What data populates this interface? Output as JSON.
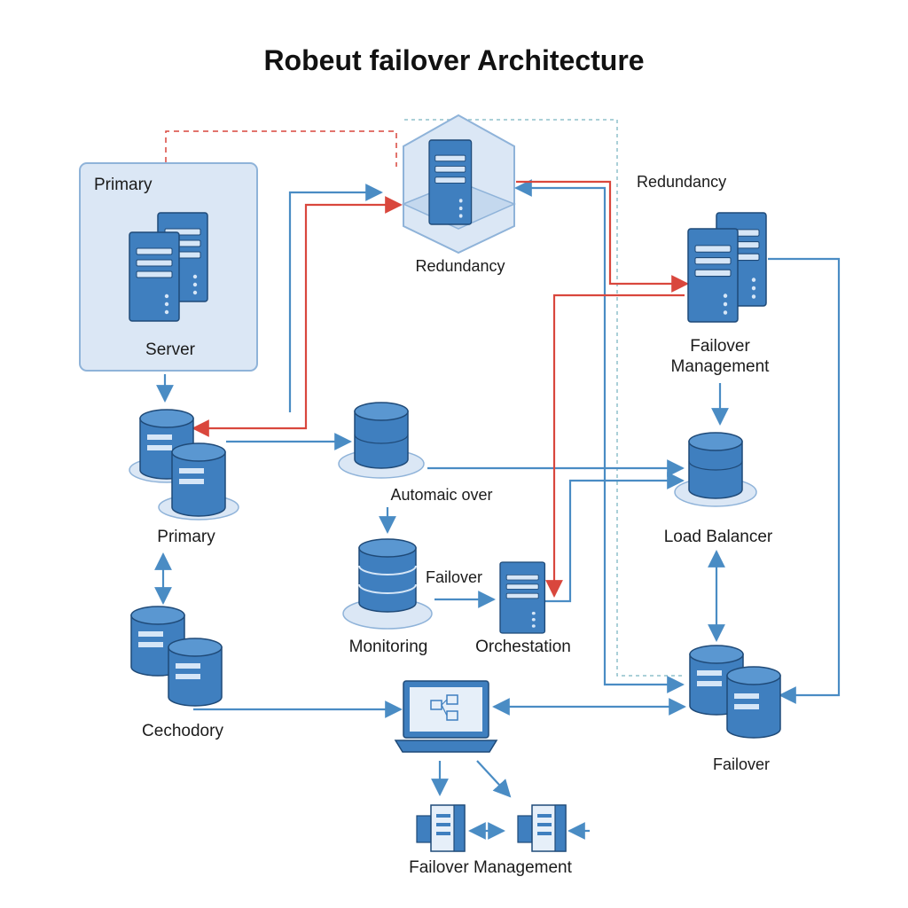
{
  "title": "Robeut failover Architecture",
  "labels": {
    "primary_box": "Primary",
    "server": "Server",
    "redundancy_top": "Redundancy",
    "redundancy_right": "Redundancy",
    "failover_mgmt_right_line1": "Failover",
    "failover_mgmt_right_line2": "Management",
    "primary_db": "Primary",
    "automatic_over": "Automaic over",
    "failover_mid": "Failover",
    "monitoring": "Monitoring",
    "orchestation": "Orchestation",
    "load_balancer": "Load Balancer",
    "cechodory": "Cechodory",
    "failover_bottom_right": "Failover",
    "failover_mgmt_bottom": "Failover Management"
  },
  "colors": {
    "server_fill": "#3f7fbf",
    "server_side": "#2c5f96",
    "server_outline": "#1f4a78",
    "flow_blue": "#4a8cc4",
    "flow_red": "#d9473d",
    "dashed_red": "#d9473d",
    "dashed_teal": "#8fc0cc",
    "panel_fill": "#dbe7f5",
    "panel_border": "#8fb3d9"
  }
}
